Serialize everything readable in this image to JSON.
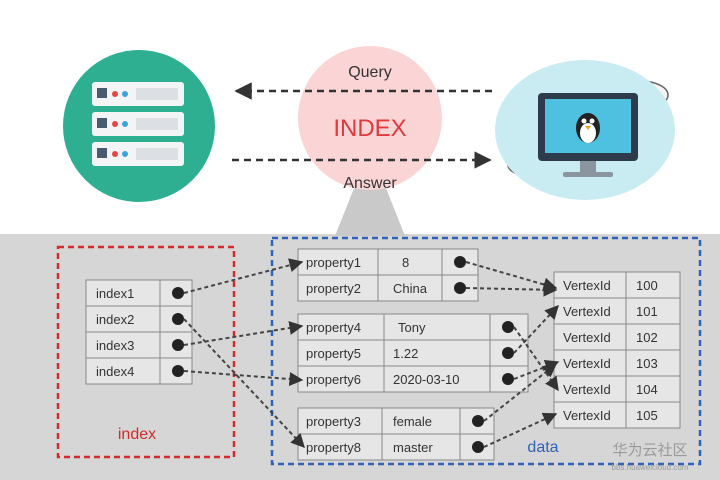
{
  "top": {
    "query_label": "Query",
    "index_label": "INDEX",
    "answer_label": "Answer",
    "server_icon": "server-rack-icon",
    "monitor_icon": "monitor-penguin-icon"
  },
  "index_box": {
    "label": "index",
    "rows": [
      "index1",
      "index2",
      "index3",
      "index4"
    ]
  },
  "data_box": {
    "label": "data",
    "group1": [
      {
        "key": "property1",
        "value": "8"
      },
      {
        "key": "property2",
        "value": "China"
      }
    ],
    "group2": [
      {
        "key": "property4",
        "value": "Tony"
      },
      {
        "key": "property5",
        "value": "1.22"
      },
      {
        "key": "property6",
        "value": "2020-03-10"
      }
    ],
    "group3": [
      {
        "key": "property3",
        "value": "female"
      },
      {
        "key": "property8",
        "value": "master"
      }
    ],
    "vertices": [
      {
        "key": "VertexId",
        "value": "100"
      },
      {
        "key": "VertexId",
        "value": "101"
      },
      {
        "key": "VertexId",
        "value": "102"
      },
      {
        "key": "VertexId",
        "value": "103"
      },
      {
        "key": "VertexId",
        "value": "104"
      },
      {
        "key": "VertexId",
        "value": "105"
      }
    ]
  },
  "watermark": {
    "text": "华为云社区",
    "subtext": "bbs.huaweicloud.com"
  },
  "colors": {
    "gray_bg": "#d6d6d6",
    "index_red": "#d42a2a",
    "data_blue": "#2f63b5",
    "index_text": "#e0393e",
    "teal": "#2eaf92",
    "bubble": "#fbd4d6"
  }
}
